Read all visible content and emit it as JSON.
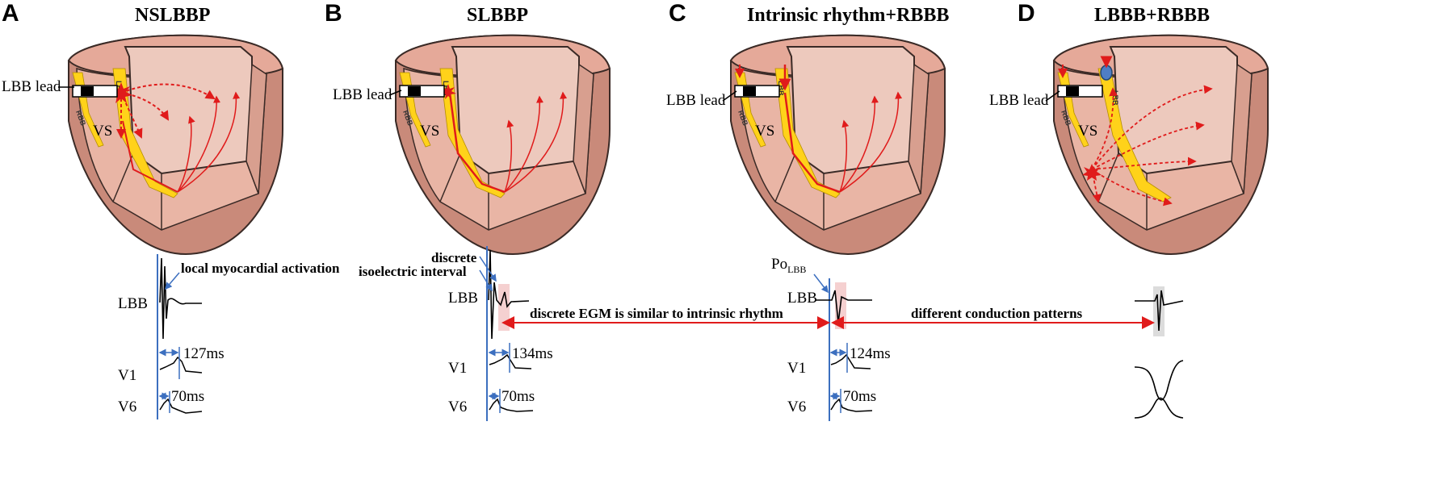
{
  "panels": [
    {
      "letter": "A",
      "title": "NSLBBP"
    },
    {
      "letter": "B",
      "title": "SLBBP"
    },
    {
      "letter": "C",
      "title": "Intrinsic rhythm+RBBB"
    },
    {
      "letter": "D",
      "title": "LBBB+RBBB"
    }
  ],
  "heart": {
    "lead_label": "LBB lead",
    "septum_label": "VS",
    "lbb_label": "LBB",
    "rbb_label": "RBB"
  },
  "ecg": {
    "lead_lbb": "LBB",
    "lead_v1": "V1",
    "lead_v6": "V6",
    "panelA": {
      "annotation": "local myocardial activation",
      "v1_interval": "127ms",
      "v6_interval": "70ms"
    },
    "panelB": {
      "annotation_1": "discrete",
      "annotation_2": "isoelectric interval",
      "v1_interval": "134ms",
      "v6_interval": "70ms"
    },
    "panelC": {
      "po_label": "Po",
      "po_sub": "LBB",
      "v1_interval": "124ms",
      "v6_interval": "70ms"
    },
    "arrow_BC": "discrete EGM is similar to intrinsic rhythm",
    "arrow_CD": "different conduction patterns"
  },
  "colors": {
    "heart_outer": "#c98a7a",
    "heart_mid": "#e9b5a5",
    "cavity": "#edc9bd",
    "conduction": "#ffd21a",
    "arrow_red": "#e01b1b",
    "interval_blue": "#3c6fbf"
  }
}
